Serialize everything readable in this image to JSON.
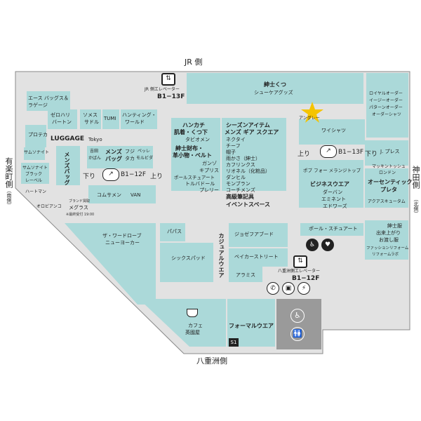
{
  "map": {
    "sides": {
      "top": "JR 側",
      "bottom": "八重洲側",
      "left": "有楽町側",
      "left_sub": "（南側）",
      "right": "神田側",
      "right_sub": "（北側）"
    },
    "elevators": {
      "jr_label": "JR 側エレベーター",
      "jr_floors": "B1−13F",
      "yaesu_label": "八重洲側エレベーター",
      "yaesu_floors": "B1−12F"
    },
    "escalators": {
      "left_down": "下り",
      "left_floors": "B1−12F",
      "left_up": "上り",
      "right_up": "上り",
      "right_floors": "B1−13F",
      "right_down": "下り"
    },
    "you_are_here": "アングレー",
    "stairs_badge": "S1",
    "notes": {
      "megras_note": "※最終受付 19:00"
    },
    "shops": {
      "shinshi_kutsu": "紳士くつ",
      "shoe_care": "シューケアグッズ",
      "royal_order": "ロイヤルオーダー",
      "easy_order": "イージーオーダー",
      "pattern_order": "パターンオーダー",
      "order_shirt": "オーダーシャツ",
      "white_shirt": "ワイシャツ",
      "j_press": "J. プレス",
      "mackintosh": "マッキントッシュ",
      "london": "ロンドン",
      "authentic": "オーセンティック",
      "preta": "プレタ",
      "aquascutum": "アクアスキュータム",
      "ace_bags": "エース バッグス＆",
      "luggage": "ラゲージ",
      "zero_halli": "ゼロハリ",
      "burton": "バートン",
      "somes": "ソメス",
      "saddle": "サドル",
      "tumi": "TUMI",
      "hunting": "ハンティング・",
      "world": "ワールド",
      "protecа": "プロテカ",
      "luggage_tokyo": "LUGGAGE",
      "luggage_tokyo_sub": "Tokyo",
      "samsonite": "サムソナイト",
      "samsonite_black1": "サムソナイト",
      "samsonite_black2": "ブラック",
      "samsonite_black3": "レーベル",
      "hartmann": "ハートマン",
      "orobianco": "オロビアンコ",
      "mens_bag": "メンズバッグ",
      "yoshida": "吉田",
      "kaban": "かばん",
      "mens_bag2a": "メンズ",
      "mens_bag2b": "バッグ",
      "fujitaka1": "フジ",
      "fujitaka2": "タカ",
      "pelle1": "ペッレ",
      "pelle2": "モルビダ",
      "comsamson": "コムサメン",
      "van": "VAN",
      "brand_repair": "ブランド買取",
      "megras": "メグラス",
      "handkerchief": "ハンカチ",
      "underwear": "肌着・くつ下",
      "tabio": "タビオメン",
      "wallet1": "紳士財布・",
      "wallet2": "革小物・ベルト",
      "gansoji": "ガンゾ",
      "kiplis": "キプリス",
      "paul_stuart_acc": "ポールスチュアート",
      "torubadoru": "トルバドール",
      "prairie": "プレリー",
      "season_item": "シーズンアイテム",
      "mens_gear": "メンズ ギア スクエア",
      "necktie": "ネクタイ",
      "scarf": "チーフ",
      "hat": "帽子",
      "umbrella": "雨かさ（紳士）",
      "cufflinks": "カフリンクス",
      "rivenle": "リオネル（化粧品）",
      "dunhill": "ダンヒル",
      "montblanc": "モンブラン",
      "cosme_mens": "コーチメンズ",
      "pens": "高級筆記具",
      "event_space": "イベントスペース",
      "pop_four": "ポプ フォー メランジトップ",
      "business_wear": "ビジネスウエア",
      "durban": "ダーバン",
      "emminent": "エミネント",
      "edwards": "エドワーズ",
      "paul_stuart": "ポール・スチュアート",
      "shinshi_ya1": "紳士服",
      "shinshi_ya2": "出来上がり",
      "shinshi_ya3": "お渡し服",
      "fashion_reform1": "ファッションリフォーム",
      "fashion_reform2": "リフォームラボ",
      "wardrobe1": "ザ・ワードローブ",
      "wardrobe2": "ニューヨーカー",
      "pabas": "パパス",
      "sixpad": "シックスパッド",
      "casual_wear": "カジュアルウエア",
      "joseph": "ジョゼフアブード",
      "baker": "ベイカーストリート",
      "arami": "アラミス",
      "cafe1": "カフェ",
      "cafe2": "英國屋",
      "formal_wear": "フォーマルウエア"
    },
    "colors": {
      "shop": "#abd9d9",
      "corridor": "#e2e2e2",
      "facility": "#9a9a9a",
      "star": "#f5c400"
    }
  }
}
